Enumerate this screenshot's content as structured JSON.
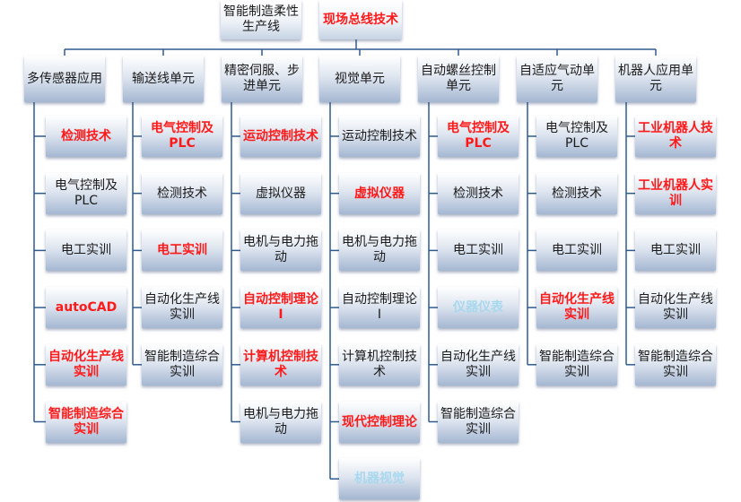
{
  "headers": [
    {
      "label": "智能制造柔性生产线",
      "style": "normal"
    },
    {
      "label": "现场总线技术",
      "style": "red"
    }
  ],
  "units": [
    {
      "label": "多传感器应用",
      "items": [
        {
          "label": "检测技术",
          "style": "red"
        },
        {
          "label": "电气控制及PLC",
          "style": "normal"
        },
        {
          "label": "电工实训",
          "style": "normal"
        },
        {
          "label": "autoCAD",
          "style": "red"
        },
        {
          "label": "自动化生产线实训",
          "style": "red"
        },
        {
          "label": "智能制造综合实训",
          "style": "red"
        }
      ]
    },
    {
      "label": "输送线单元",
      "items": [
        {
          "label": "电气控制及PLC",
          "style": "red"
        },
        {
          "label": "检测技术",
          "style": "normal"
        },
        {
          "label": "电工实训",
          "style": "red"
        },
        {
          "label": "自动化生产线实训",
          "style": "normal"
        },
        {
          "label": "智能制造综合实训",
          "style": "normal"
        }
      ]
    },
    {
      "label": "精密伺服、步进单元",
      "items": [
        {
          "label": "运动控制技术",
          "style": "red"
        },
        {
          "label": "虚拟仪器",
          "style": "normal"
        },
        {
          "label": "电机与电力拖动",
          "style": "normal"
        },
        {
          "label": "自动控制理论I",
          "style": "red"
        },
        {
          "label": "计算机控制技术",
          "style": "red"
        },
        {
          "label": "电机与电力拖动",
          "style": "normal"
        }
      ]
    },
    {
      "label": "视觉单元",
      "items": [
        {
          "label": "运动控制技术",
          "style": "normal"
        },
        {
          "label": "虚拟仪器",
          "style": "red"
        },
        {
          "label": "电机与电力拖动",
          "style": "normal"
        },
        {
          "label": "自动控制理论I",
          "style": "normal"
        },
        {
          "label": "计算机控制技术",
          "style": "normal"
        },
        {
          "label": "现代控制理论",
          "style": "red"
        },
        {
          "label": "机器视觉",
          "style": "faded"
        }
      ]
    },
    {
      "label": "自动螺丝控制单元",
      "items": [
        {
          "label": "电气控制及PLC",
          "style": "red"
        },
        {
          "label": "检测技术",
          "style": "normal"
        },
        {
          "label": "电工实训",
          "style": "normal"
        },
        {
          "label": "仪器仪表",
          "style": "faded"
        },
        {
          "label": "自动化生产线实训",
          "style": "normal"
        },
        {
          "label": "智能制造综合实训",
          "style": "normal"
        }
      ]
    },
    {
      "label": "自适应气动单元",
      "items": [
        {
          "label": "电气控制及PLC",
          "style": "normal"
        },
        {
          "label": "检测技术",
          "style": "normal"
        },
        {
          "label": "电工实训",
          "style": "normal"
        },
        {
          "label": "自动化生产线实训",
          "style": "red"
        },
        {
          "label": "智能制造综合实训",
          "style": "normal"
        }
      ]
    },
    {
      "label": "机器人应用单元",
      "items": [
        {
          "label": "工业机器人技术",
          "style": "red"
        },
        {
          "label": "工业机器人实训",
          "style": "red"
        },
        {
          "label": "电工实训",
          "style": "normal"
        },
        {
          "label": "自动化生产线实训",
          "style": "normal"
        },
        {
          "label": "智能制造综合实训",
          "style": "normal"
        }
      ]
    }
  ]
}
